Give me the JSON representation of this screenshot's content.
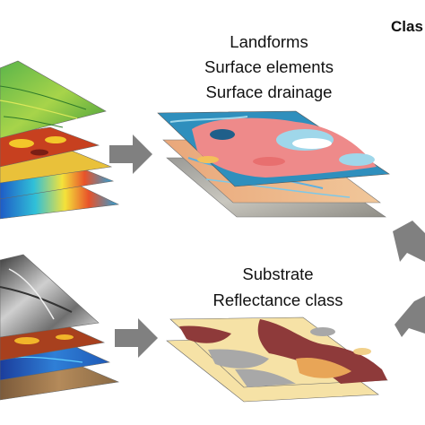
{
  "labels": {
    "landforms": "Landforms",
    "surface_elements": "Surface elements",
    "surface_drainage": "Surface drainage",
    "substrate": "Substrate",
    "reflectance_class": "Reflectance class",
    "classification_cropped": "Clas"
  },
  "colors": {
    "arrow": "#808080",
    "landform_blue": "#2f8fbd",
    "landform_pink": "#ee8a8a",
    "substrate_cream": "#f6e2a6",
    "substrate_maroon": "#8e3a3a",
    "substrate_gray": "#a8a8a8",
    "substrate_orange": "#e8a557"
  }
}
